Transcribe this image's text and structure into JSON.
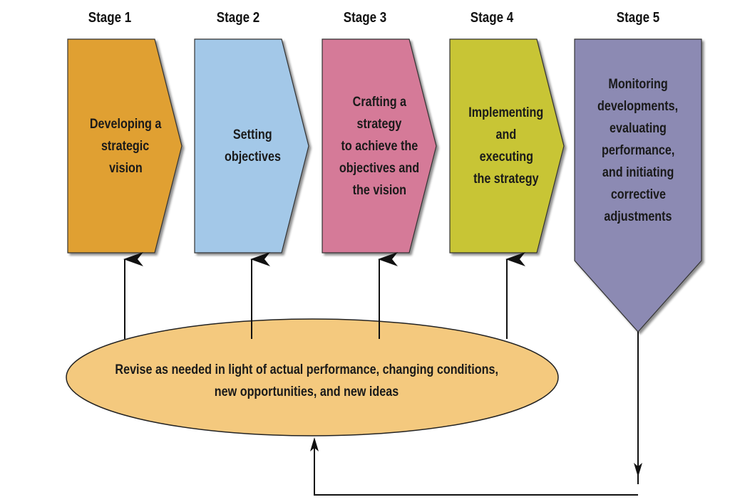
{
  "stages": [
    {
      "title": "Stage 1",
      "lines": [
        "Developing a",
        "strategic",
        "vision"
      ],
      "color": "#E0A030"
    },
    {
      "title": "Stage 2",
      "lines": [
        "Setting",
        "objectives"
      ],
      "color": "#A3C8E8"
    },
    {
      "title": "Stage 3",
      "lines": [
        "Crafting a",
        "strategy",
        "to achieve the",
        "objectives and",
        "the vision"
      ],
      "color": "#D57A98"
    },
    {
      "title": "Stage 4",
      "lines": [
        "Implementing",
        "and",
        "executing",
        "the strategy"
      ],
      "color": "#C8C534"
    },
    {
      "title": "Stage 5",
      "lines": [
        "Monitoring",
        "developments,",
        "evaluating",
        "performance,",
        "and initiating",
        "corrective",
        "adjustments"
      ],
      "color": "#8C8AB3"
    }
  ],
  "feedback": {
    "lines": [
      "Revise as needed in light of actual performance, changing conditions,",
      "new opportunities, and new ideas"
    ],
    "color": "#F4C97E"
  }
}
